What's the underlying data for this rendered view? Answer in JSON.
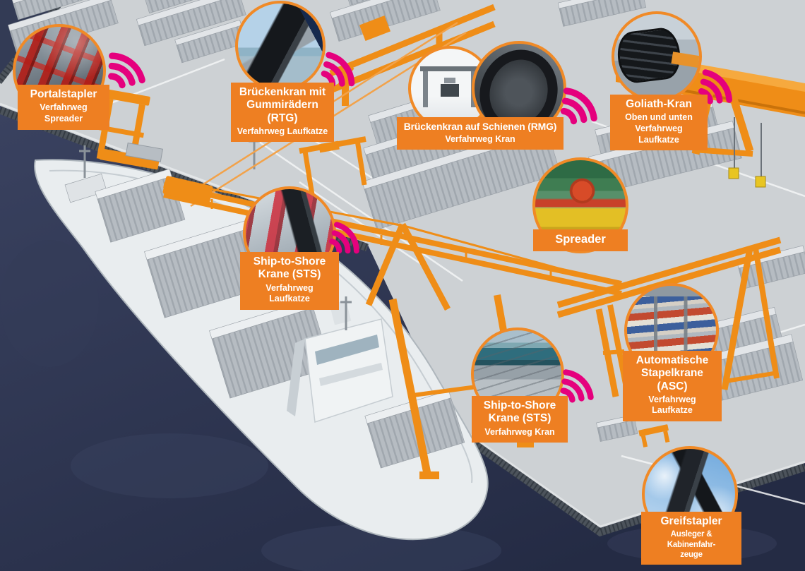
{
  "meta": {
    "title": "Container port crane overview infographic",
    "language": "de"
  },
  "colors": {
    "accent_orange": "#ee7f22",
    "signal_magenta": "#e5007d",
    "water_navy": "#2c3550",
    "concrete_gray": "#cdd1d4",
    "crane_orange": "#ef8d17",
    "label_text": "#ffffff"
  },
  "scene": {
    "description": "Isometric 3D rendering of a container port: white container ship moored at a grey quay, orange gantry cranes, grey container stacks, dark blue water"
  },
  "callouts": [
    {
      "id": "portalstapler",
      "title": "Portalstapler",
      "subtitle": "Verfahrweg Spreader",
      "wifi_signal": true,
      "photo_alt": "red portal straddle-carrier steel structure"
    },
    {
      "id": "rtg",
      "title": "Brückenkran mit\nGummirädern (RTG)",
      "subtitle": "Verfahrweg Laufkatze",
      "wifi_signal": true,
      "photo_alt": "rubber-tyred gantry crane with energy chain over harbour"
    },
    {
      "id": "rmg",
      "title": "Brückenkran auf Schienen (RMG)",
      "subtitle": "Verfahrweg Kran",
      "wifi_signal": true,
      "photo_alt": "rail-mounted gantry crane model and black energy-chain close-up"
    },
    {
      "id": "goliath",
      "title": "Goliath-Kran",
      "subtitle": "Oben und unten\nVerfahrweg Laufkatze",
      "wifi_signal": true,
      "photo_alt": "goliath crane beam with large energy-chain drum"
    },
    {
      "id": "spreader",
      "title": "Spreader",
      "subtitle": "",
      "wifi_signal": false,
      "photo_alt": "yellow container spreader with red hoist"
    },
    {
      "id": "sts-laufkatze",
      "title": "Ship-to-Shore\nKrane (STS)",
      "subtitle": "Verfahrweg Laufkatze",
      "wifi_signal": true,
      "photo_alt": "red STS crane with trolley energy chain"
    },
    {
      "id": "sts-kran",
      "title": "Ship-to-Shore\nKrane (STS)",
      "subtitle": "Verfahrweg Kran",
      "wifi_signal": true,
      "photo_alt": "quay rails with container ship alongside"
    },
    {
      "id": "asc",
      "title": "Automatische\nStapelkrane (ASC)",
      "subtitle": "Verfahrweg Laufkatze",
      "wifi_signal": false,
      "photo_alt": "automated stacking cranes over colourful container rows"
    },
    {
      "id": "greifstapler",
      "title": "Greifstapler",
      "subtitle": "Ausleger & Kabinenfahr-\nzeuge",
      "wifi_signal": false,
      "photo_alt": "reach-stacker boom against blue sky"
    }
  ]
}
